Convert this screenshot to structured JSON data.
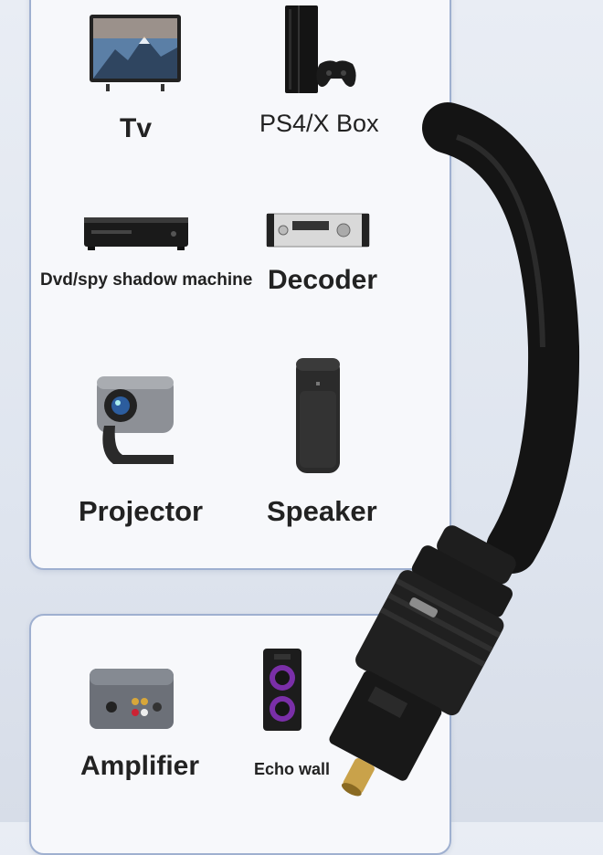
{
  "devices": [
    {
      "id": "tv",
      "label": "Tv",
      "icon": "tv-icon"
    },
    {
      "id": "console",
      "label": "PS4/X Box",
      "icon": "game-console-icon"
    },
    {
      "id": "dvd",
      "label": "Dvd/spy shadow machine",
      "icon": "dvd-player-icon"
    },
    {
      "id": "decoder",
      "label": "Decoder",
      "icon": "decoder-icon"
    },
    {
      "id": "projector",
      "label": "Projector",
      "icon": "projector-icon"
    },
    {
      "id": "speaker",
      "label": "Speaker",
      "icon": "smart-speaker-icon"
    },
    {
      "id": "amplifier",
      "label": "Amplifier",
      "icon": "amplifier-icon"
    },
    {
      "id": "echo",
      "label": "Echo wall",
      "icon": "party-speaker-icon"
    }
  ],
  "colors": {
    "background": "#e4e9f1",
    "panel_border": "#9fb0d0",
    "cable": "#1c1c1c",
    "connector_tip": "#c9a24a"
  }
}
